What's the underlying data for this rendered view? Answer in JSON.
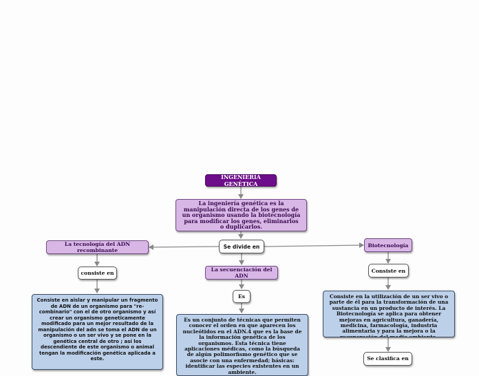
{
  "map": {
    "root": "INGENIERÍA GENÉTICA",
    "definition": "La ingeniería genética es la manipulación directa de los genes de un organismo usando la biotecnología para modificar los genes, eliminarlos o duplicarlos.",
    "divides": "Se divide en",
    "branches": {
      "left": {
        "title": "La tecnología del ADN recombinante",
        "link": "consiste en",
        "detail": "Consiste en aislar y manipular un fragmento de ADN de un organismo para \"re-combinario\" con el de otro organismo y así crear un organismo geneticamente modificado para un mejor resultado de la manipulación del adn se toma el ADN de un organismo o un ser vivo y se pone en la genética central de otro ; así los descendiente de este organismo o animal tengan la modificación genética aplicada a este."
      },
      "center": {
        "title": "La secuenciación del ADN",
        "link": "Es",
        "detail": "Es un conjunto de técnicas que permiten conocer el orden en que aparecen los nucleótidos en el ADN.4 que es la base de la información genética de los organismos. Esta técnica tiene aplicaciones médicas, como la búsqueda de algún polimorfismo genético que se asocie con una enfermedad; básicas: identificar las especies existentes en un ambiente."
      },
      "right": {
        "title": "Biotecnología",
        "link": "Consiste en",
        "detail": "Consiste en la utilización de un ser vivo o parte de él para la transformación de una sustancia en un producto de interés. La Biotecnología se aplica para obtener mejoras en agricultura, ganadería, medicina, farmacología, industria alimentaria y para la mejora o la recuperación del medio ambiente.",
        "next_link": "Se clasifica en"
      }
    }
  }
}
